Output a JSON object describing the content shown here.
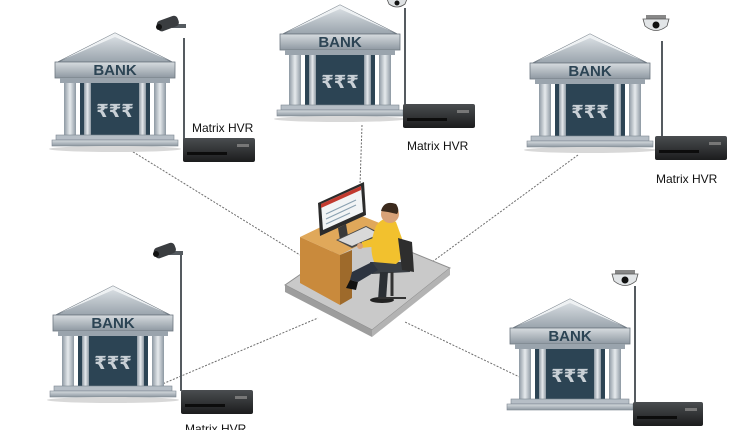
{
  "banks": [
    {
      "word": "BANK",
      "currency": "₹₹₹",
      "recorder": "Matrix HVR",
      "camera": "bullet-camera-icon"
    },
    {
      "word": "BANK",
      "currency": "₹₹₹",
      "recorder": "Matrix HVR",
      "camera": "dome-camera-icon"
    },
    {
      "word": "BANK",
      "currency": "₹₹₹",
      "recorder": "Matrix HVR",
      "camera": "dome-camera-icon"
    },
    {
      "word": "BANK",
      "currency": "₹₹₹",
      "recorder": "Matrix HVR",
      "camera": "bullet-camera-icon"
    },
    {
      "word": "BANK",
      "currency": "₹₹₹",
      "recorder": "",
      "camera": "dome-camera-icon"
    }
  ],
  "colors": {
    "roof": "#b6bec6",
    "roof_dark": "#7c8791",
    "pillar": "#c9d0d6",
    "door": "#2c4454",
    "pole": "#555b60",
    "recorder": "#2a2c2e",
    "link": "#6d6d6d",
    "shirt": "#f2c12e",
    "desk": "#c98a3c",
    "floor": "#c9c9c9"
  }
}
